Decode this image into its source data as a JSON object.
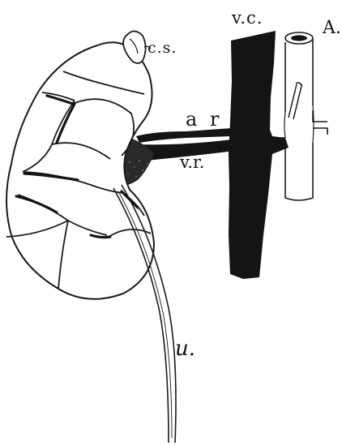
{
  "figure": {
    "labels": {
      "vena_cava": "v.c.",
      "aorta": "A.",
      "suprarenal_capsule": "c.s.",
      "renal_artery": "a r",
      "renal_vein": "v.r.",
      "ureter": "u."
    },
    "colors": {
      "ink": "#141414",
      "background": "#ffffff"
    }
  }
}
